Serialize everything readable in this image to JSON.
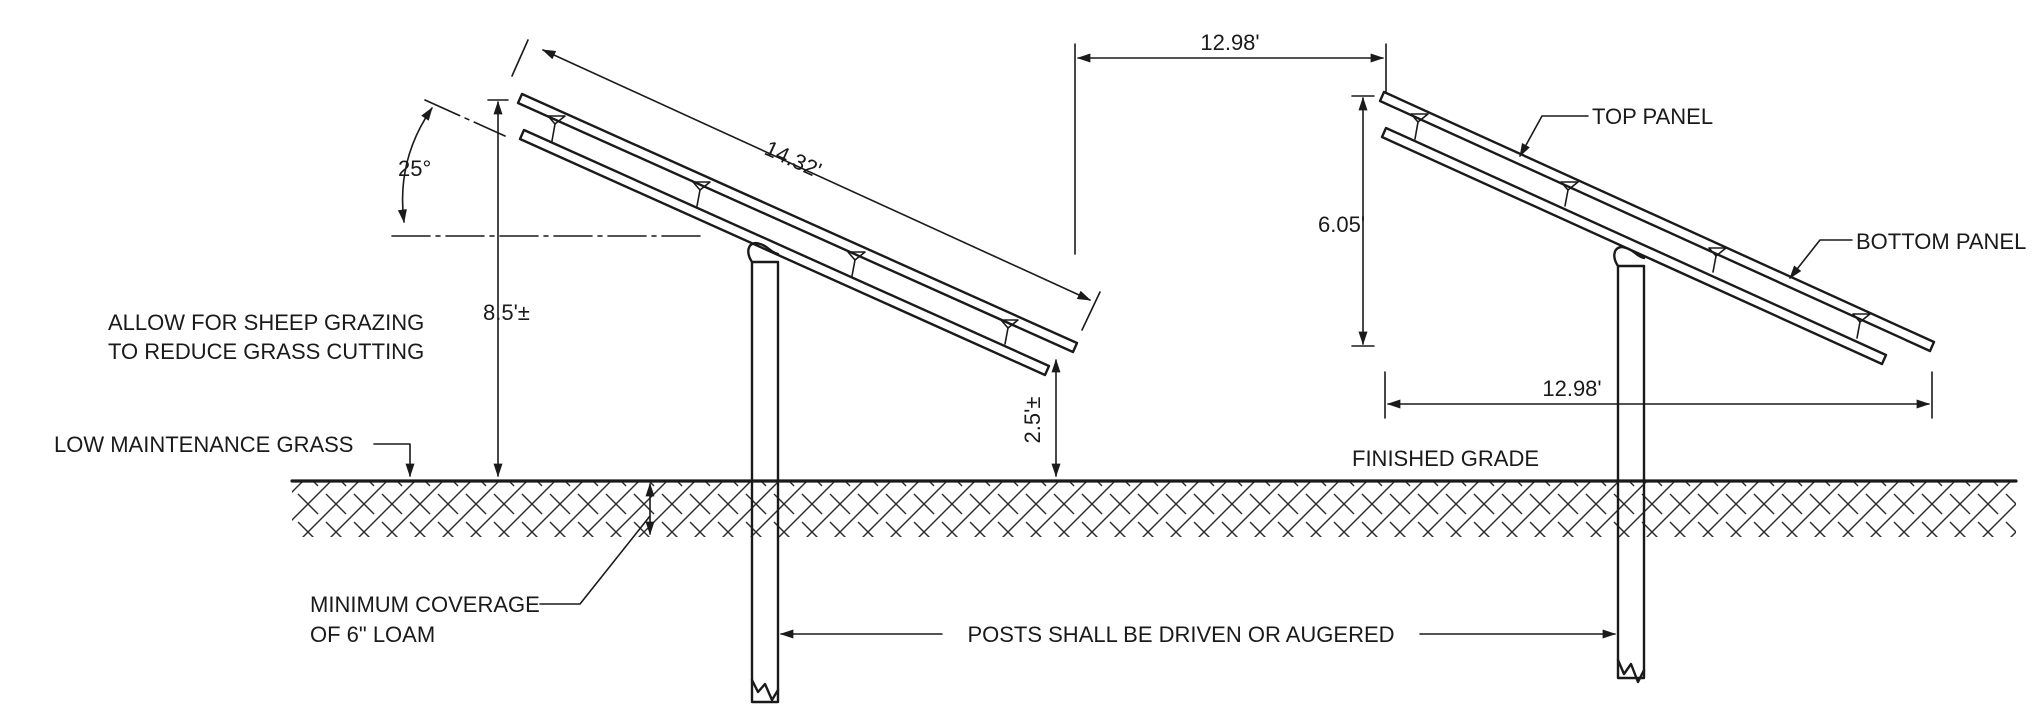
{
  "title": "",
  "dimensions": {
    "panel_length": "14.32'",
    "row_spacing_top": "12.98'",
    "row_spacing_bottom": "12.98'",
    "tilt_angle": "25°",
    "top_height": "8.5'±",
    "bottom_clearance": "2.5'±",
    "panel_rise": "6.05'"
  },
  "labels": {
    "top_panel": "TOP PANEL",
    "bottom_panel": "BOTTOM PANEL",
    "finished_grade": "FINISHED GRADE",
    "sheep_line1": "ALLOW FOR SHEEP GRAZING",
    "sheep_line2": "TO REDUCE GRASS CUTTING",
    "grass": "LOW MAINTENANCE GRASS",
    "coverage_line1": "MINIMUM COVERAGE",
    "coverage_line2": "OF 6\" LOAM",
    "posts": "POSTS SHALL BE DRIVEN OR AUGERED"
  },
  "colors": {
    "ink": "#1a1a1a",
    "paper": "#ffffff"
  }
}
